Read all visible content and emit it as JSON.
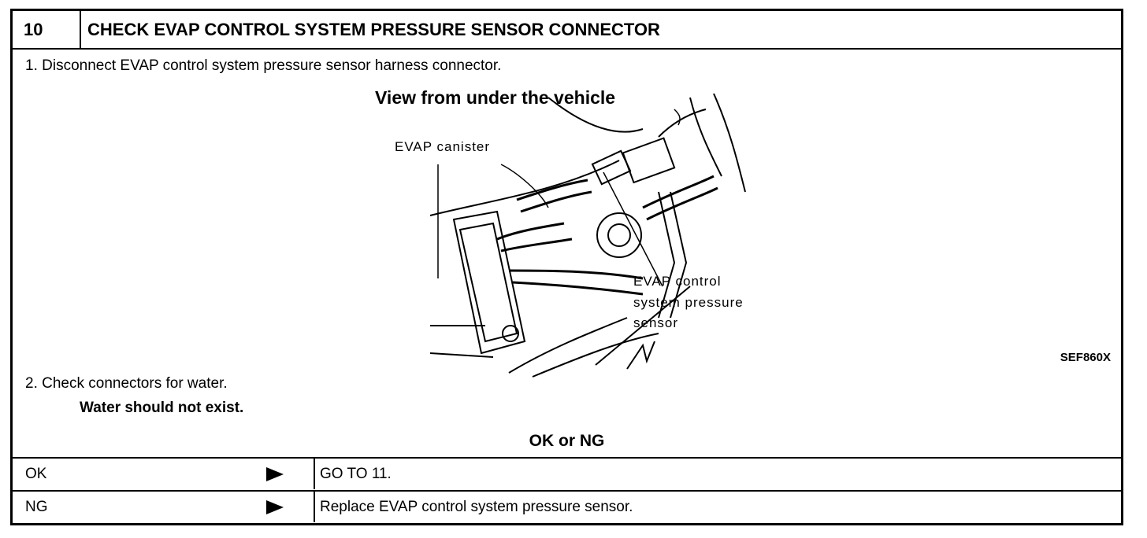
{
  "header": {
    "step_number": "10",
    "title": "CHECK EVAP CONTROL SYSTEM PRESSURE SENSOR CONNECTOR"
  },
  "steps": [
    {
      "text": "1. Disconnect EVAP control system pressure sensor harness connector."
    },
    {
      "text": "2. Check connectors for water."
    }
  ],
  "spec": "Water should not exist.",
  "figure": {
    "title": "View from under the vehicle",
    "label_canister": "EVAP canister",
    "label_sensor_line1": "EVAP control",
    "label_sensor_line2": "system pressure",
    "label_sensor_line3": "sensor",
    "code": "SEF860X"
  },
  "decision_title": "OK or NG",
  "results": [
    {
      "condition": "OK",
      "action": "GO TO 11."
    },
    {
      "condition": "NG",
      "action": "Replace EVAP control system pressure sensor."
    }
  ]
}
